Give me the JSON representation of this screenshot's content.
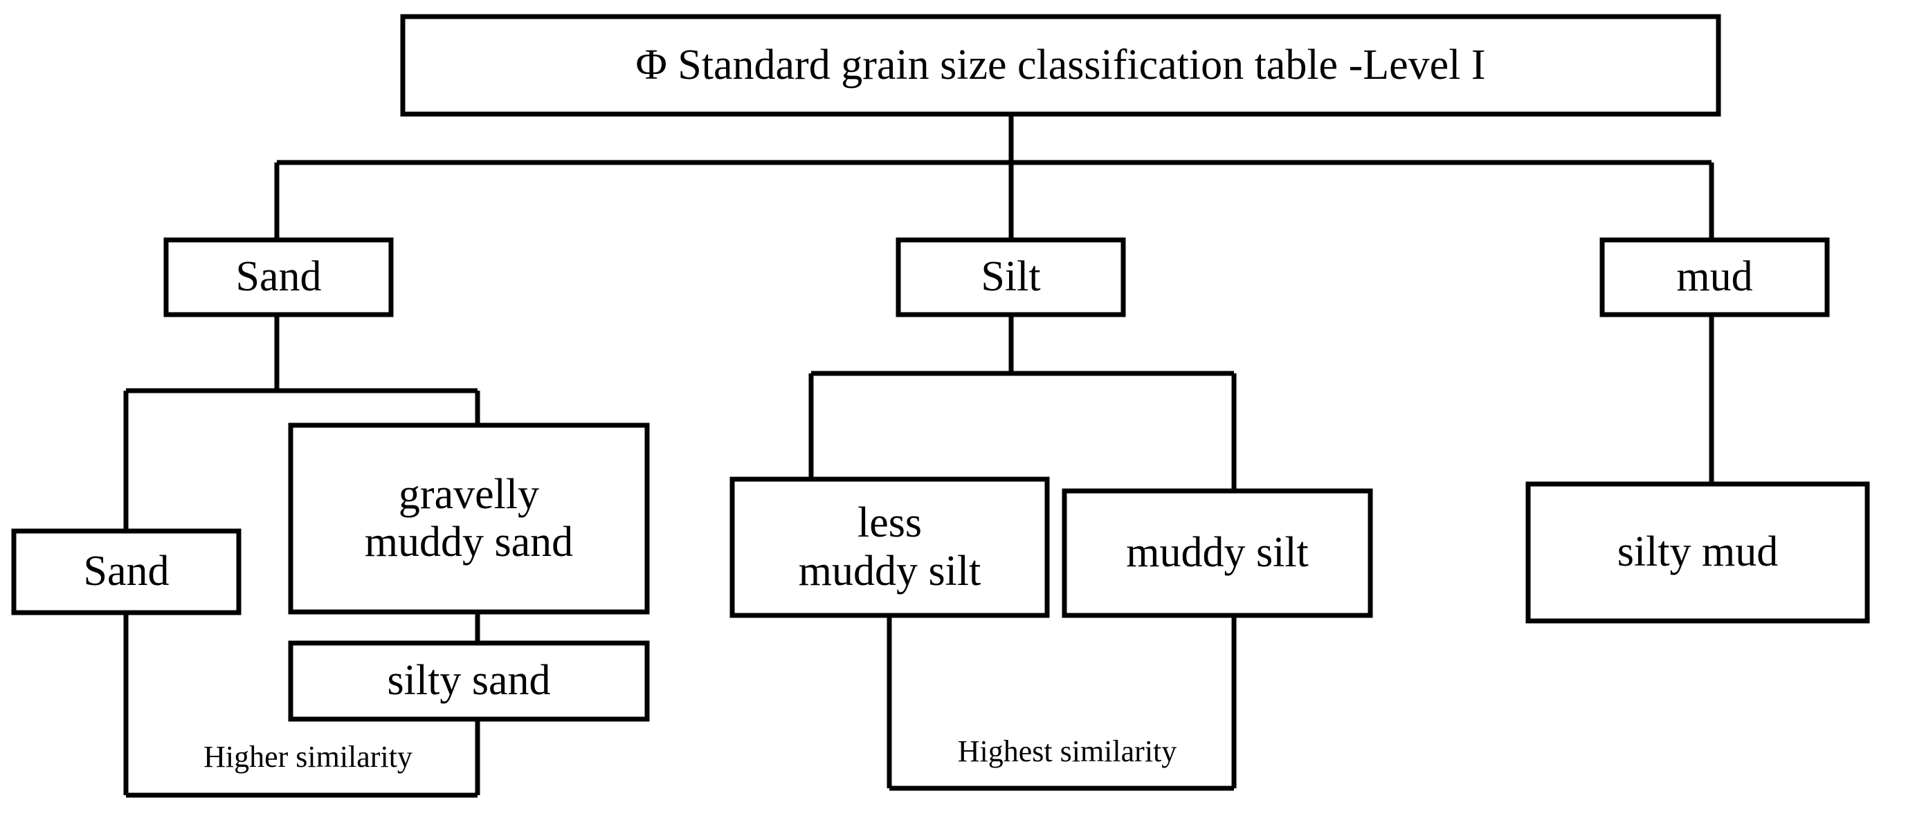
{
  "diagram": {
    "title": "Φ Standard grain size classification table -Level I",
    "background_color": "#ffffff",
    "line_color": "#000000",
    "level2": {
      "sand": "Sand",
      "silt": "Silt",
      "mud": "mud"
    },
    "level3": {
      "sand_left": "Sand",
      "gravelly_muddy_sand": "gravelly\nmuddy sand",
      "silty_sand": "silty sand",
      "less_muddy_silt": "less\nmuddy silt",
      "muddy_silt": "muddy silt",
      "silty_mud": "silty mud"
    },
    "annotations": {
      "higher_similarity": "Higher similarity",
      "highest_similarity": "Highest similarity"
    }
  }
}
